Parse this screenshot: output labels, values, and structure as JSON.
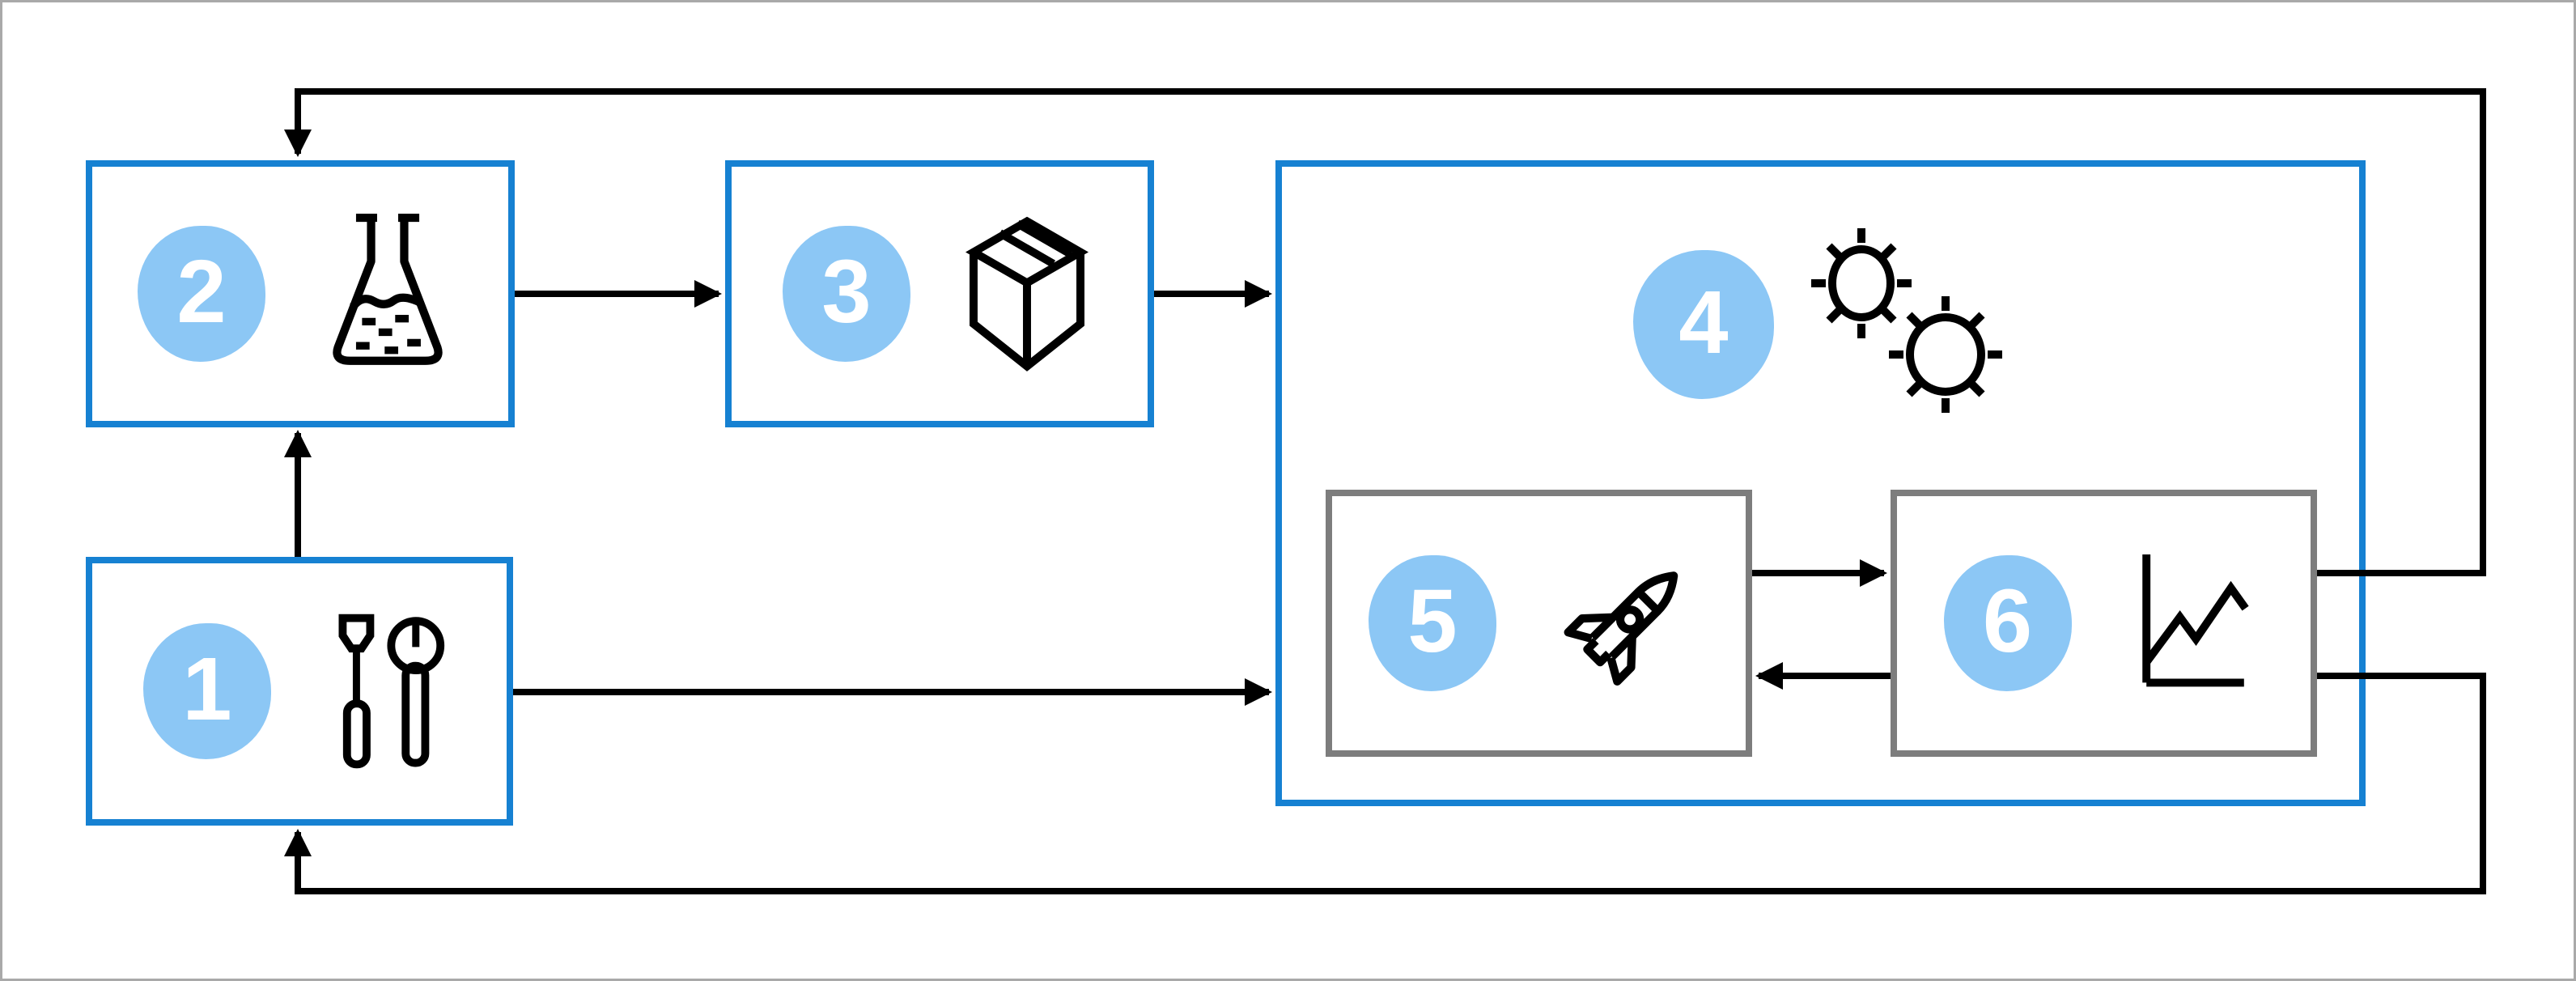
{
  "diagram": {
    "description": "Six-step numbered process flow diagram with feedback loops",
    "colors": {
      "background": "#ffffff",
      "outer_frame": "#a9a9a9",
      "box_border_blue": "#1681d2",
      "box_border_gray": "#7d7d7d",
      "badge_fill": "#8cc7f5",
      "badge_number": "#ffffff",
      "arrow": "#000000"
    },
    "steps": [
      {
        "number": "1",
        "icon": "tools-icon"
      },
      {
        "number": "2",
        "icon": "flask-icon"
      },
      {
        "number": "3",
        "icon": "package-icon"
      },
      {
        "number": "4",
        "icon": "germs-icon"
      },
      {
        "number": "5",
        "icon": "rocket-icon"
      },
      {
        "number": "6",
        "icon": "chart-icon"
      }
    ],
    "connections": [
      {
        "from": "1",
        "to": "2"
      },
      {
        "from": "2",
        "to": "3"
      },
      {
        "from": "3",
        "to": "4"
      },
      {
        "from": "1",
        "to": "4"
      },
      {
        "from": "5",
        "to": "6"
      },
      {
        "from": "6",
        "to": "5"
      },
      {
        "from": "6",
        "to": "2",
        "type": "feedback-top"
      },
      {
        "from": "6",
        "to": "1",
        "type": "feedback-bottom"
      }
    ]
  }
}
